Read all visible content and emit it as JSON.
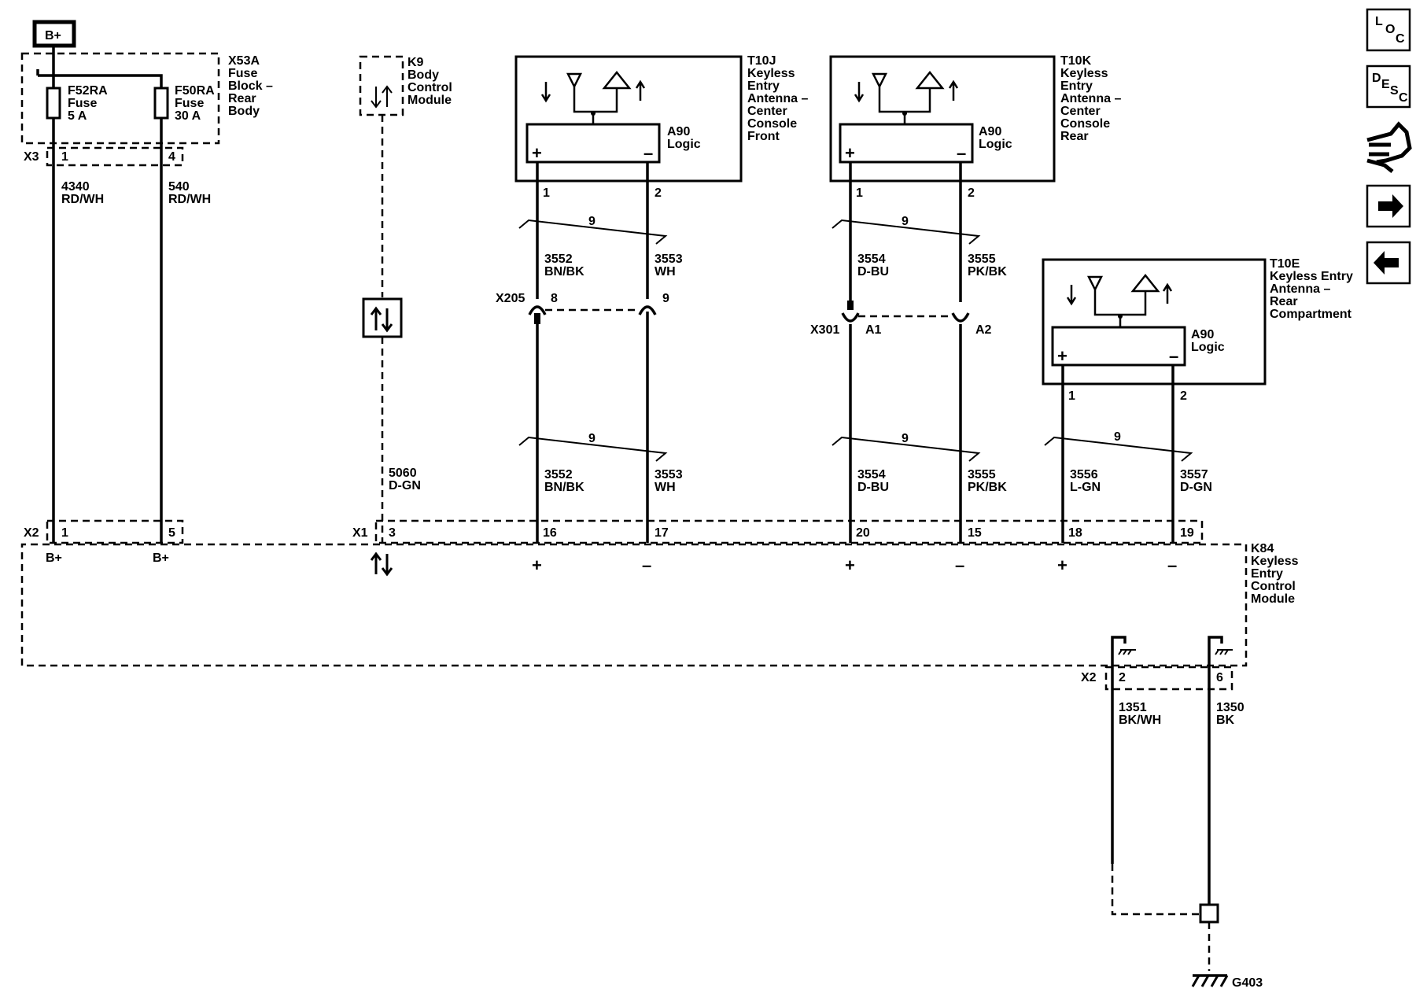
{
  "bplus": "B+",
  "nav": {
    "loc": [
      "L",
      "O",
      "C"
    ],
    "desc": [
      "D",
      "E",
      "S",
      "C"
    ]
  },
  "fuse_block": {
    "id": "X53A",
    "name": [
      "Fuse",
      "Block –",
      "Rear",
      "Body"
    ],
    "connector": "X3",
    "fuse1": {
      "id": "F52RA",
      "type": "Fuse",
      "rating": "5 A",
      "pin": "1",
      "circuit": "4340",
      "color": "RD/WH"
    },
    "fuse2": {
      "id": "F50RA",
      "type": "Fuse",
      "rating": "30 A",
      "pin": "4",
      "circuit": "540",
      "color": "RD/WH"
    }
  },
  "bcm": {
    "id": "K9",
    "name": [
      "Body",
      "Control",
      "Module"
    ],
    "circuit": "5060",
    "color": "D-GN"
  },
  "antenna_front": {
    "id": "T10J",
    "name": [
      "Keyless",
      "Entry",
      "Antenna –",
      "Center",
      "Console",
      "Front"
    ],
    "logic": [
      "A90",
      "Logic"
    ],
    "pin_pos": "1",
    "pin_neg": "2",
    "twist": "9",
    "upper": [
      {
        "circuit": "3552",
        "color": "BN/BK"
      },
      {
        "circuit": "3553",
        "color": "WH"
      }
    ],
    "connector": "X205",
    "conn_pins": [
      "8",
      "9"
    ],
    "lower_twist": "9",
    "lower": [
      {
        "circuit": "3552",
        "color": "BN/BK"
      },
      {
        "circuit": "3553",
        "color": "WH"
      }
    ],
    "module_pins": [
      "16",
      "17"
    ]
  },
  "antenna_rear": {
    "id": "T10K",
    "name": [
      "Keyless",
      "Entry",
      "Antenna –",
      "Center",
      "Console",
      "Rear"
    ],
    "logic": [
      "A90",
      "Logic"
    ],
    "pin_pos": "1",
    "pin_neg": "2",
    "twist": "9",
    "upper": [
      {
        "circuit": "3554",
        "color": "D-BU"
      },
      {
        "circuit": "3555",
        "color": "PK/BK"
      }
    ],
    "connector": "X301",
    "conn_pins": [
      "A1",
      "A2"
    ],
    "lower_twist": "9",
    "lower": [
      {
        "circuit": "3554",
        "color": "D-BU"
      },
      {
        "circuit": "3555",
        "color": "PK/BK"
      }
    ],
    "module_pins": [
      "20",
      "15"
    ]
  },
  "antenna_comp": {
    "id": "T10E",
    "name": [
      "Keyless Entry",
      "Antenna –",
      "Rear",
      "Compartment"
    ],
    "logic": [
      "A90",
      "Logic"
    ],
    "pin_pos": "1",
    "pin_neg": "2",
    "twist": "9",
    "lower": [
      {
        "circuit": "3556",
        "color": "L-GN"
      },
      {
        "circuit": "3557",
        "color": "D-GN"
      }
    ],
    "module_pins": [
      "18",
      "19"
    ]
  },
  "module": {
    "id": "K84",
    "name": [
      "Keyless",
      "Entry",
      "Control",
      "Module"
    ],
    "conn_x2": "X2",
    "conn_x1": "X1",
    "pins_x2": [
      "1",
      "5"
    ],
    "pin_x1": "3",
    "bplus_labels": [
      "B+",
      "B+"
    ],
    "plus": "+",
    "minus": "–"
  },
  "ground": {
    "connector": "X2",
    "pins": [
      "2",
      "6"
    ],
    "wires": [
      {
        "circuit": "1351",
        "color": "BK/WH"
      },
      {
        "circuit": "1350",
        "color": "BK"
      }
    ],
    "ground_id": "G403"
  }
}
